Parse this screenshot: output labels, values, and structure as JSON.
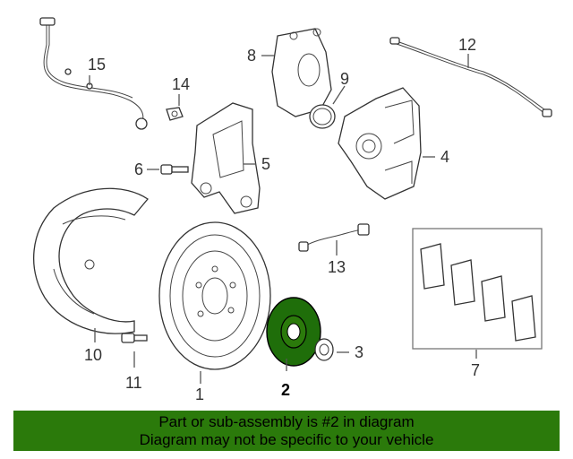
{
  "callouts": {
    "c1": "1",
    "c2": "2",
    "c3": "3",
    "c4": "4",
    "c5": "5",
    "c6": "6",
    "c7": "7",
    "c8": "8",
    "c9": "9",
    "c10": "10",
    "c11": "11",
    "c12": "12",
    "c13": "13",
    "c14": "14",
    "c15": "15"
  },
  "highlight": {
    "part_number": "2",
    "color": "#2b7a0b"
  },
  "banner": {
    "line1": "Part or sub-assembly is #2 in diagram",
    "line2": "Diagram may not be specific to your vehicle",
    "background": "#2b7a0b"
  }
}
